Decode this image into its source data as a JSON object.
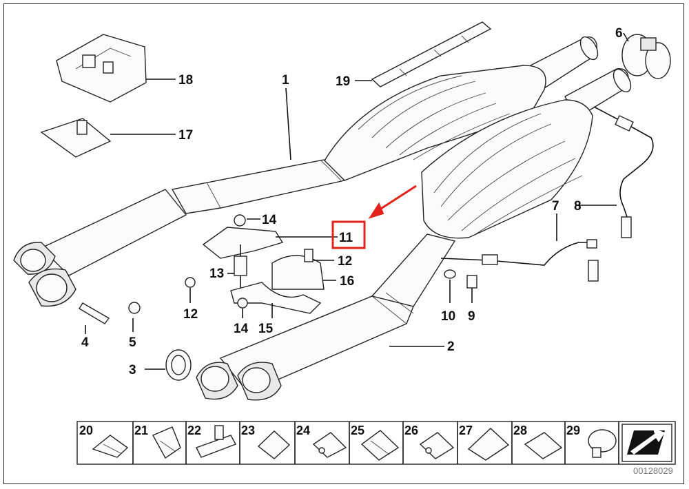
{
  "diagram": {
    "callouts": [
      {
        "id": "1",
        "label": "1"
      },
      {
        "id": "2",
        "label": "2"
      },
      {
        "id": "3",
        "label": "3"
      },
      {
        "id": "4",
        "label": "4"
      },
      {
        "id": "5",
        "label": "5"
      },
      {
        "id": "6",
        "label": "6"
      },
      {
        "id": "7",
        "label": "7"
      },
      {
        "id": "8",
        "label": "8"
      },
      {
        "id": "9",
        "label": "9"
      },
      {
        "id": "10",
        "label": "10"
      },
      {
        "id": "11",
        "label": "11"
      },
      {
        "id": "12a",
        "label": "12"
      },
      {
        "id": "12b",
        "label": "12"
      },
      {
        "id": "13",
        "label": "13"
      },
      {
        "id": "14a",
        "label": "14"
      },
      {
        "id": "14b",
        "label": "14"
      },
      {
        "id": "15",
        "label": "15"
      },
      {
        "id": "16",
        "label": "16"
      },
      {
        "id": "17",
        "label": "17"
      },
      {
        "id": "18",
        "label": "18"
      },
      {
        "id": "19",
        "label": "19"
      }
    ],
    "highlight": {
      "part": "11",
      "color": "#e3211b"
    },
    "bottom_strip": [
      "20",
      "21",
      "22",
      "23",
      "24",
      "25",
      "26",
      "27",
      "28",
      "29"
    ],
    "doc_id": "00128029"
  }
}
